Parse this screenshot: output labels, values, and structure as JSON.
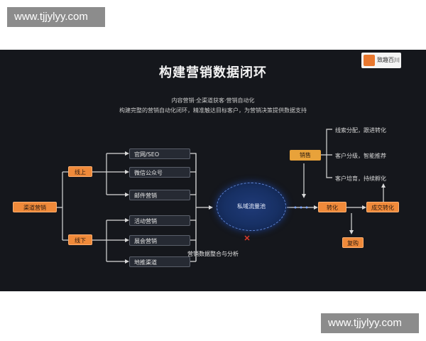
{
  "watermarks": {
    "top": "www.tjjylyy.com",
    "bottom": "www.tjjylyy.com"
  },
  "slide": {
    "title": "构建营销数据闭环",
    "subtitle_line1": "内容营销·全渠道获客·营销自动化",
    "subtitle_line2": "构建完整的营销自动化闭环，精准触达目标客户，为营销决策提供数据支持",
    "logo_text": "致趣百川",
    "colors": {
      "background": "#15171c",
      "orange": "#f08a3a",
      "gold": "#e8a23a",
      "circle": "#1f3a78",
      "line": "#d9d9d9"
    }
  },
  "diagram": {
    "source": "渠道营销",
    "branch_top": "线上",
    "branch_bottom": "线下",
    "online_items": [
      "官网/SEO",
      "微信公众号",
      "邮件营销"
    ],
    "offline_items": [
      "活动营销",
      "展会营销",
      "地推渠道"
    ],
    "center": "私域流量池",
    "bottom_note": "营销数据整合与分析",
    "right_top_box": "销售",
    "right_texts": [
      "线索分配，跟进转化",
      "客户分级，智能推荐",
      "客户培育，持续孵化"
    ],
    "mid_box": "转化",
    "final_box": "成交转化",
    "below_box": "复购"
  }
}
